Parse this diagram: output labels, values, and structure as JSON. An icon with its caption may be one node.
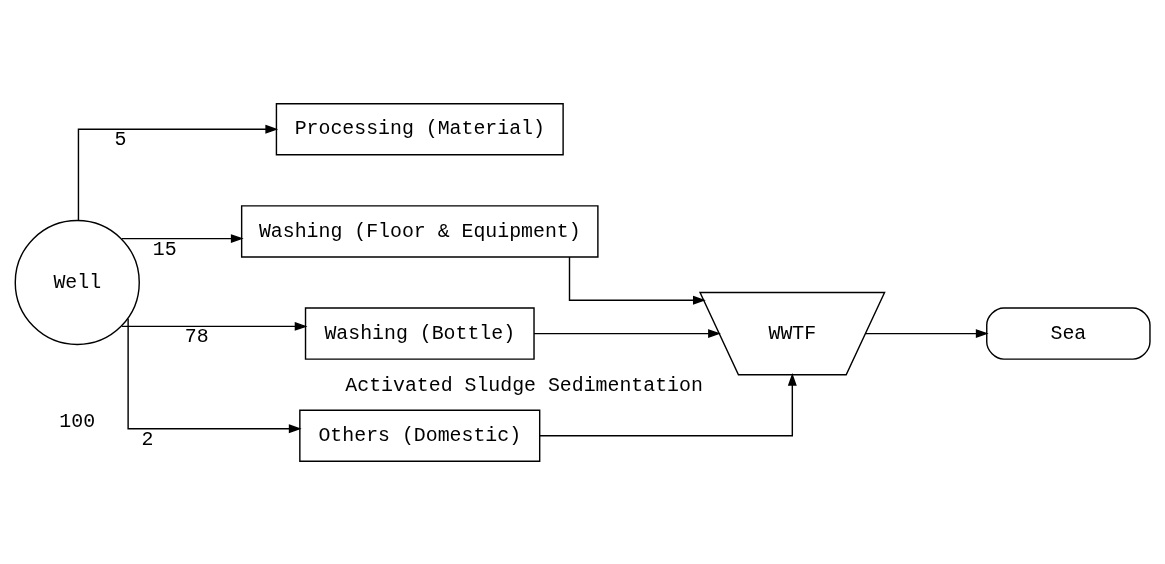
{
  "diagram": {
    "nodes": [
      {
        "text": [
          "Well"
        ]
      },
      {
        "text": [
          "Processing (Material)"
        ]
      },
      {
        "text": [
          "Washing (Floor & Equipment)"
        ]
      },
      {
        "text": [
          "Washing (Bottle)"
        ]
      },
      {
        "text": [
          "Others (Domestic)"
        ]
      },
      {
        "text": [
          "WWTF"
        ],
        "beside": [
          "Activated Sludge Sedimentation"
        ]
      },
      {
        "text": [
          "Sea"
        ]
      }
    ],
    "edges": [
      {
        "from": 0,
        "to": 1,
        "arrow": "to",
        "label": "5"
      },
      {
        "from": 0,
        "to": 2,
        "arrow": "to",
        "label": "15"
      },
      {
        "from": 0,
        "to": 3,
        "arrow": "to",
        "label": "78"
      },
      {
        "from": 0,
        "to": 4,
        "arrow": "to",
        "label": "2"
      },
      {
        "from": 2,
        "to": 5,
        "arrow": "to"
      },
      {
        "from": 3,
        "to": 5,
        "arrow": "to"
      },
      {
        "from": 4,
        "to": 5,
        "arrow": "to"
      },
      {
        "from": 5,
        "to": 6,
        "arrow": "to"
      }
    ],
    "labels": [
      "100"
    ]
  }
}
